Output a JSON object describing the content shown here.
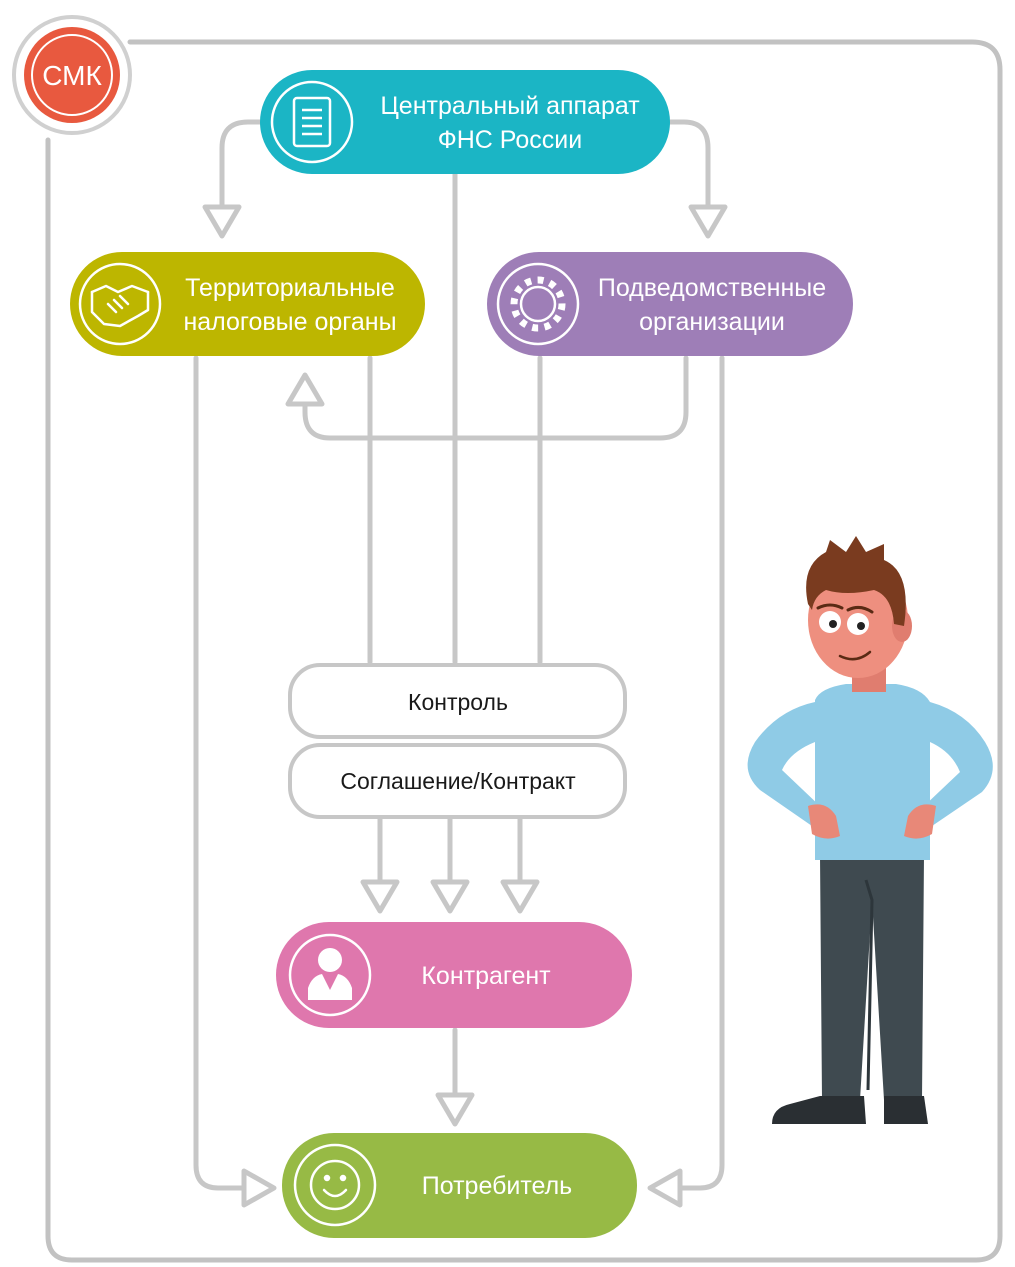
{
  "badge": {
    "label": "СМК",
    "color": "#e8593f"
  },
  "nodes": {
    "central": {
      "line1": "Центральный аппарат",
      "line2": "ФНС России",
      "color": "#1bb5c5",
      "icon": "document-icon"
    },
    "territorial": {
      "line1": "Территориальные",
      "line2": "налоговые органы",
      "color": "#bdb600",
      "icon": "handshake-icon"
    },
    "subordinate": {
      "line1": "Подведомственные",
      "line2": "организации",
      "color": "#9e7eb7",
      "icon": "gear-icon"
    },
    "counterparty": {
      "label": "Контрагент",
      "color": "#df77ad",
      "icon": "person-icon"
    },
    "consumer": {
      "label": "Потребитель",
      "color": "#97ba45",
      "icon": "smiley-icon"
    }
  },
  "boxes": {
    "control": "Контроль",
    "agreement": "Соглашение/Контракт"
  },
  "connector_color": "#c7c7c7"
}
